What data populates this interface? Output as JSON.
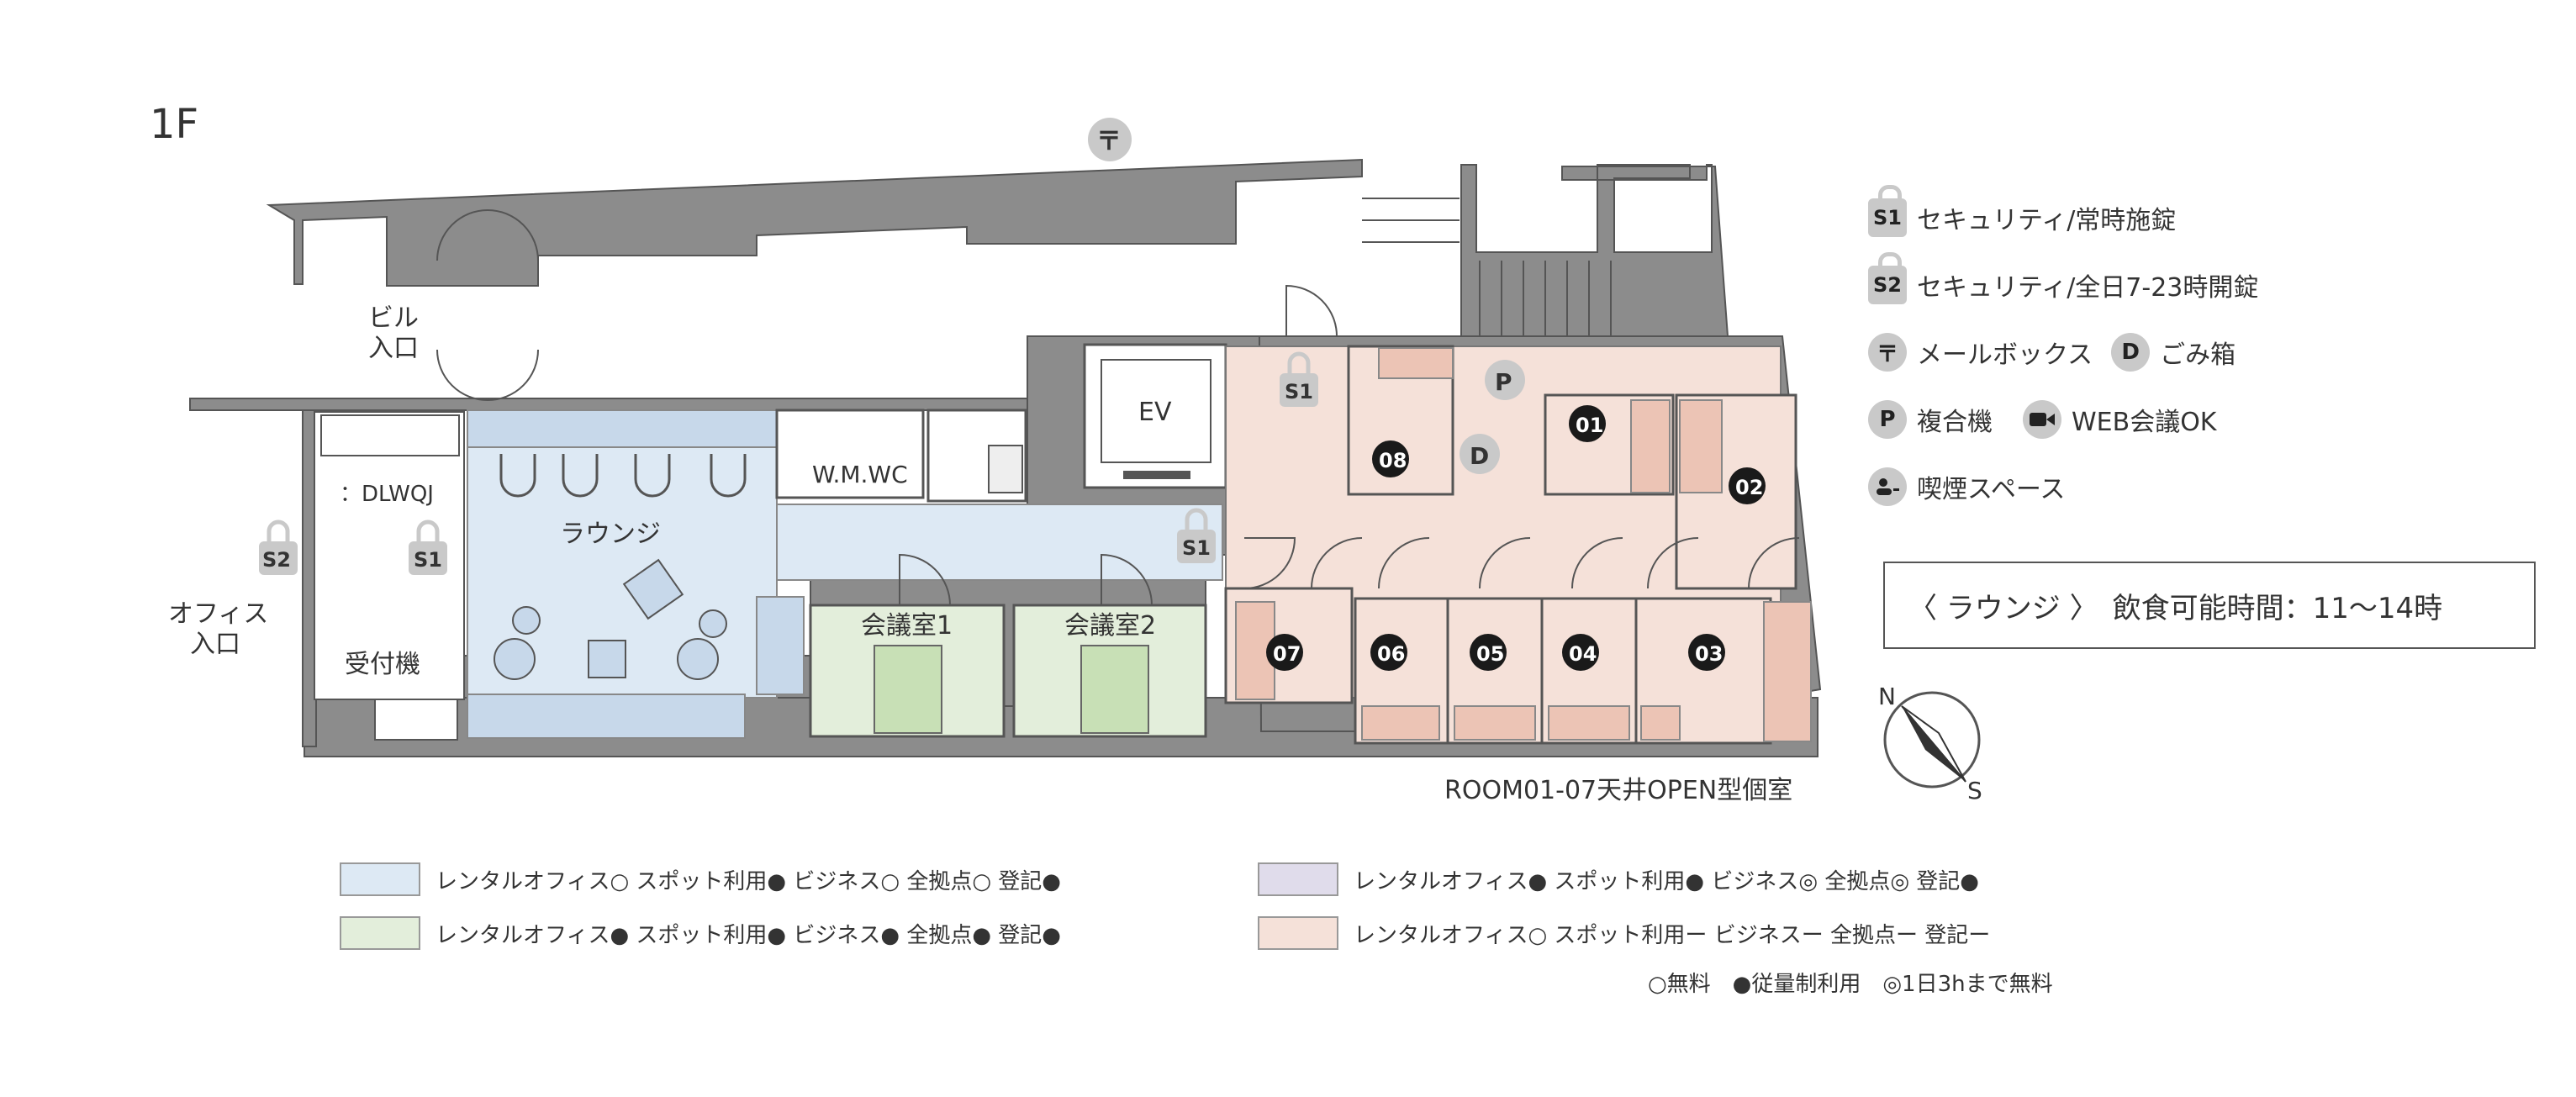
{
  "floor_label": "1F",
  "area_labels": {
    "building_entrance": [
      "ビル",
      "入口"
    ],
    "office_entrance": [
      "オフィス",
      "入口"
    ],
    "reception": "受付機",
    "lounge": "ラウンジ",
    "wc": "W.M.WC",
    "ev": "EV",
    "meeting1": "会議室1",
    "meeting2": "会議室2",
    "reception_sign": "：DLWQJ"
  },
  "room_numbers": [
    "01",
    "02",
    "03",
    "04",
    "05",
    "06",
    "07",
    "08"
  ],
  "room_note": "ROOM01-07天井OPEN型個室",
  "map_badges": {
    "s1": "S1",
    "s2": "S2",
    "d": "D",
    "p": "P",
    "mail": "〒"
  },
  "compass": {
    "north": "N",
    "south": "S"
  },
  "key": {
    "s1": {
      "badge": "S1",
      "text": "セキュリティ/常時施錠"
    },
    "s2": {
      "badge": "S2",
      "text": "セキュリティ/全日7-23時開錠"
    },
    "mail": {
      "badge": "〒",
      "text": "メールボックス"
    },
    "trash": {
      "badge": "D",
      "text": "ごみ箱"
    },
    "printer": {
      "badge": "P",
      "text": "複合機"
    },
    "web": {
      "text": "WEB会議OK"
    },
    "smoking": {
      "text": "喫煙スペース"
    }
  },
  "lounge_hours": "〈 ラウンジ 〉　飲食可能時間：11〜14時",
  "legend": [
    {
      "color": "#dde9f4",
      "text": "レンタルオフィス○  スポット利用●  ビジネス○  全拠点○  登記●"
    },
    {
      "color": "#e0dceb",
      "text": "レンタルオフィス●  スポット利用●  ビジネス◎  全拠点◎  登記●"
    },
    {
      "color": "#e3eedb",
      "text": "レンタルオフィス●  スポット利用●  ビジネス●  全拠点●  登記●"
    },
    {
      "color": "#f5e1d9",
      "text": "レンタルオフィス○  スポット利用ー  ビジネスー  全拠点ー  登記ー"
    }
  ],
  "legend_footnote": "○無料　●従量制利用　◎1日3hまで無料",
  "colors": {
    "wall": "#8c8c8c",
    "lounge": "#dde9f4",
    "meeting": "#e3eedb",
    "rooms": "#f5e1d9",
    "desk": "#ecc4b5",
    "badge": "#c9c9c9"
  }
}
